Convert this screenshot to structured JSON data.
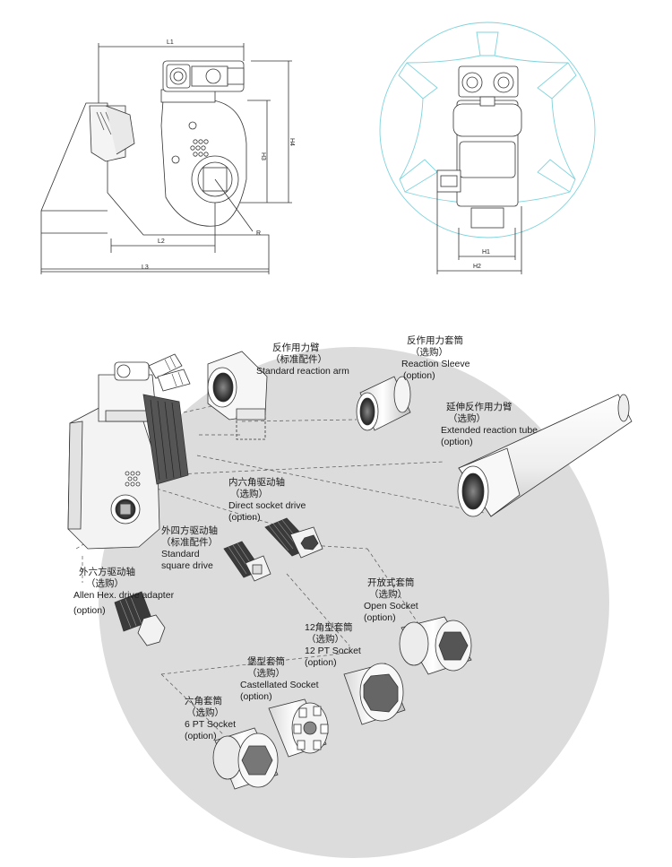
{
  "dimensions": {
    "l1": "L1",
    "l2": "L2",
    "l3": "L3",
    "h1": "H1",
    "h2": "H2",
    "h3": "H3",
    "h4": "H4",
    "r": "R"
  },
  "components": {
    "standard_reaction_arm": {
      "cn": "反作用力臂",
      "note": "（标准配件）",
      "en": "Standard reaction arm"
    },
    "reaction_sleeve": {
      "cn": "反作用力套筒",
      "note": "（选购）",
      "en": "Reaction Sleeve",
      "option": "(option)"
    },
    "extended_reaction_tube": {
      "cn": "延伸反作用力臂",
      "note": "（选购）",
      "en": "Extended reaction tube",
      "option": "(option)"
    },
    "direct_socket_drive": {
      "cn": "内六角驱动轴",
      "note": "（选购）",
      "en": "Direct socket drive",
      "option": "(option)"
    },
    "standard_square_drive": {
      "cn": "外四方驱动轴",
      "note": "（标准配件）",
      "en1": "Standard",
      "en2": "square drive"
    },
    "allen_hex_adapter": {
      "cn": "外六方驱动轴",
      "note": "（选购）",
      "en": "Allen Hex. drive adapter",
      "option": "(option)"
    },
    "open_socket": {
      "cn": "开放式套筒",
      "note": "（选购）",
      "en": "Open Socket",
      "option": "(option)"
    },
    "pt12_socket": {
      "cn": "12角型套筒",
      "note": "（选购）",
      "en": "12 PT Socket",
      "option": "(option)"
    },
    "castellated_socket": {
      "cn": "堡型套筒",
      "note": "（选购）",
      "en": "Castellated Socket",
      "option": "(option)"
    },
    "pt6_socket": {
      "cn": "六角套筒",
      "note": "（选购）",
      "en": "6 PT Socket",
      "option": "(option)"
    }
  },
  "colors": {
    "line": "#333333",
    "cyan": "#7fd3dd",
    "circle_bg": "#dcdcdc",
    "metal_light": "#f2f2f2",
    "metal_dark": "#3a3a3a"
  }
}
